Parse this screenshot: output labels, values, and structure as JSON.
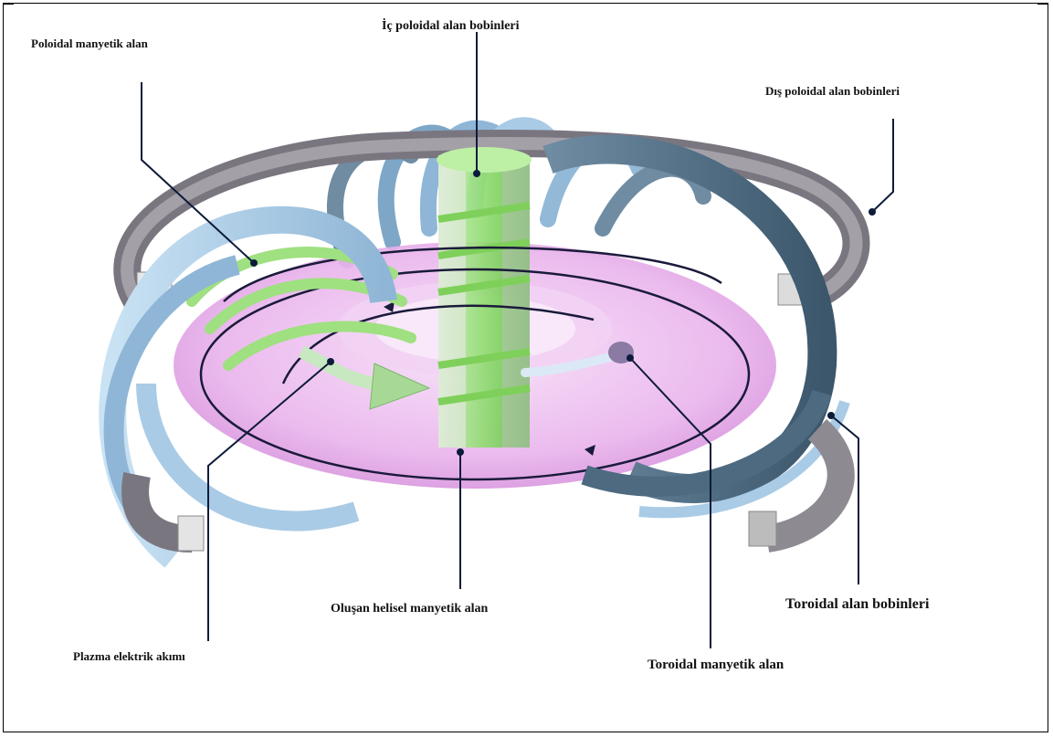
{
  "labels": {
    "poloidal_field": "Poloidal manyetik alan",
    "inner_poloidal_coils": "İç poloidal alan bobinleri",
    "outer_poloidal_coils": "Dış poloidal alan bobinleri",
    "toroidal_coils": "Toroidal alan bobinleri",
    "helical_field": "Oluşan helisel manyetik alan",
    "plasma_current": "Plazma elektrik akımı",
    "toroidal_field": "Toroidal manyetik alan"
  },
  "colors": {
    "plasma": "#e9b4ec",
    "coil_light": "#a9cbe6",
    "coil_dark": "#4d6a80",
    "outer_coil": "#8e8a92",
    "solenoid": "#8fdb6f",
    "leader": "#0d1b3a"
  }
}
